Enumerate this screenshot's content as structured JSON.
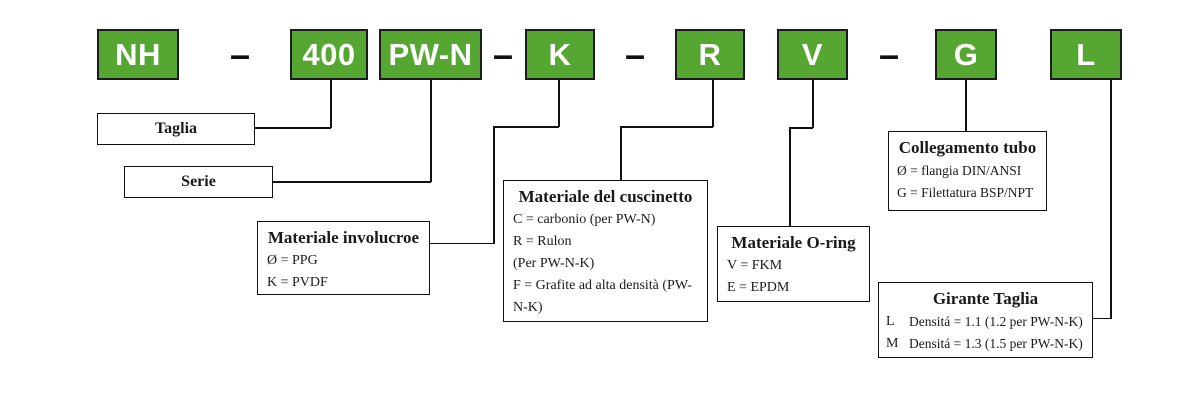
{
  "theme": {
    "accent_green": "#56a632",
    "line_color": "#111111",
    "code_text_color": "#ffffff"
  },
  "code": {
    "boxes": [
      "NH",
      "400",
      "PW-N",
      "K",
      "R",
      "V",
      "G",
      "L"
    ],
    "dash": "–"
  },
  "legend": {
    "taglia": {
      "title": "Taglia"
    },
    "serie": {
      "title": "Serie"
    },
    "involucro": {
      "title": "Materiale involucroe",
      "items": [
        "Ø = PPG",
        "K = PVDF"
      ]
    },
    "cuscinetto": {
      "title": "Materiale del cuscinetto",
      "items": [
        "C = carbonio (per PW-N)",
        "R = Rulon",
        "(Per PW-N-K)",
        "F = Grafite ad alta densità (PW-",
        "N-K)"
      ]
    },
    "oring": {
      "title": "Materiale O-ring",
      "items": [
        "V = FKM",
        "E = EPDM"
      ]
    },
    "tubo": {
      "title": "Collegamento tubo",
      "items": [
        "Ø = flangia DIN/ANSI",
        "G = Filettatura BSP/NPT"
      ]
    },
    "girante": {
      "title": "Girante Taglia",
      "items": [
        {
          "key": "L",
          "text": "Densitá = 1.1 (1.2 per PW-N-K)"
        },
        {
          "key": "M",
          "text": "Densitá = 1.3 (1.5 per PW-N-K)"
        }
      ]
    }
  }
}
